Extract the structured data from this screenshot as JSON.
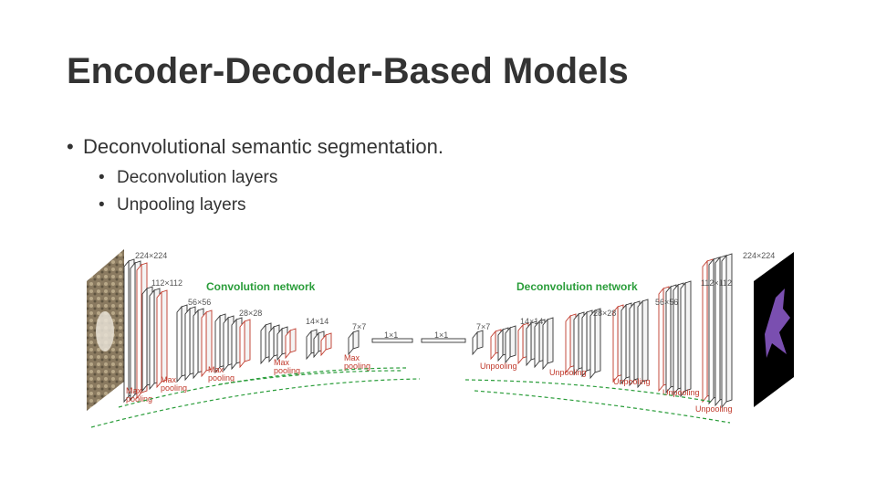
{
  "slide": {
    "title": "Encoder-Decoder-Based Models",
    "bullet": "Deconvolutional semantic segmentation.",
    "sub_bullets": [
      "Deconvolution layers",
      "Unpooling layers"
    ],
    "bullet_char": "•"
  },
  "diagram": {
    "encoder_title": "Convolution network",
    "decoder_title": "Deconvolution network",
    "encoder_sizes": [
      "224×224",
      "112×112",
      "56×56",
      "28×28",
      "14×14",
      "7×7"
    ],
    "center_sizes": [
      "1×1",
      "1×1"
    ],
    "decoder_sizes": [
      "7×7",
      "14×14",
      "28×28",
      "56×56",
      "112×112",
      "224×224"
    ],
    "pooling_label": [
      "Max",
      "pooling"
    ],
    "unpooling_label": "Unpooling",
    "colors": {
      "network_title": "#2a9d3a",
      "pool_layer": "#c0392b",
      "layer": "#333333",
      "arrow": "#2a9d3a",
      "label": "#555555"
    }
  }
}
